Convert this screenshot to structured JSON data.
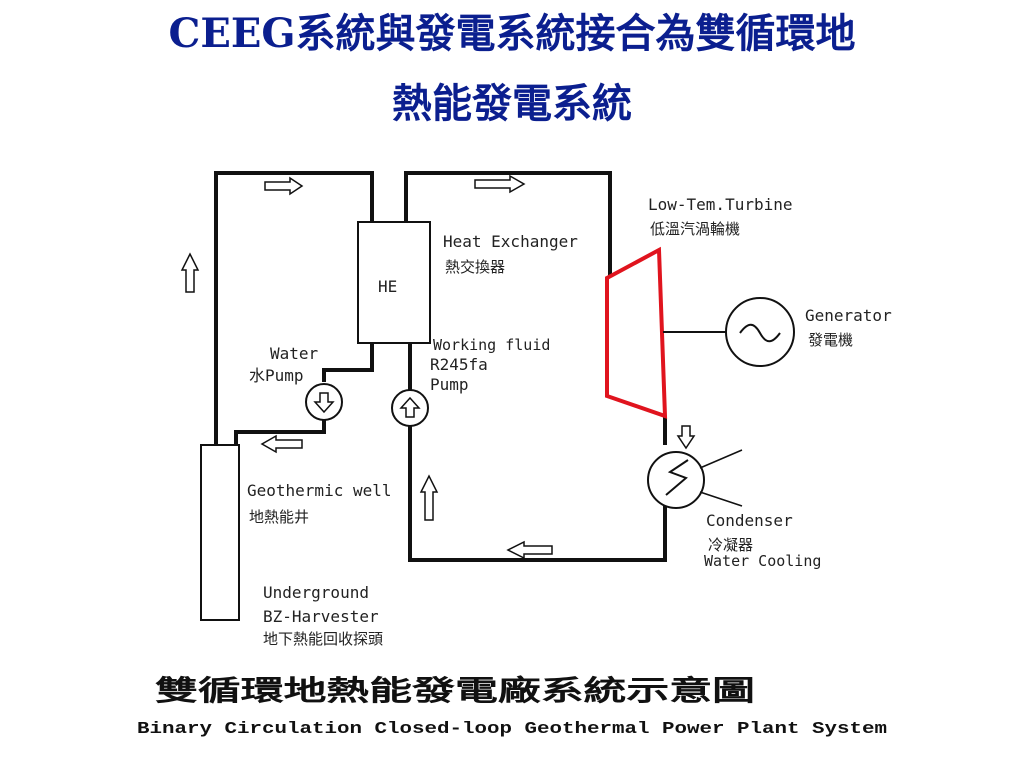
{
  "title": {
    "line1": "CEEG系統與發電系統接合為雙循環地",
    "line2": "熱能發電系統"
  },
  "diagram": {
    "he_box": "HE",
    "heat_exchanger_en": "Heat Exchanger",
    "heat_exchanger_zh": "熱交換器",
    "turbine_en": "Low-Tem.Turbine",
    "turbine_zh": "低溫汽渦輪機",
    "generator_en": "Generator",
    "generator_zh": "發電機",
    "water_pump_en": "Water",
    "water_pump_zh": "水Pump",
    "working_fluid": "Working fluid",
    "r245fa": "R245fa",
    "pump": "Pump",
    "geothermic_well_en": "Geothermic well",
    "geothermic_well_zh": "地熱能井",
    "condenser_en": "Condenser",
    "condenser_zh": "冷凝器",
    "water_cooling": "Water Cooling",
    "underground": "Underground",
    "harvester": "BZ-Harvester",
    "harvester_zh": "地下熱能回收探頭",
    "caption_zh": "雙循環地熱能發電廠系統示意圖",
    "caption_en": "Binary Circulation Closed-loop Geothermal Power Plant System"
  },
  "colors": {
    "title": "#0b1f8f",
    "line": "#111111",
    "turbine": "#e0141e"
  }
}
